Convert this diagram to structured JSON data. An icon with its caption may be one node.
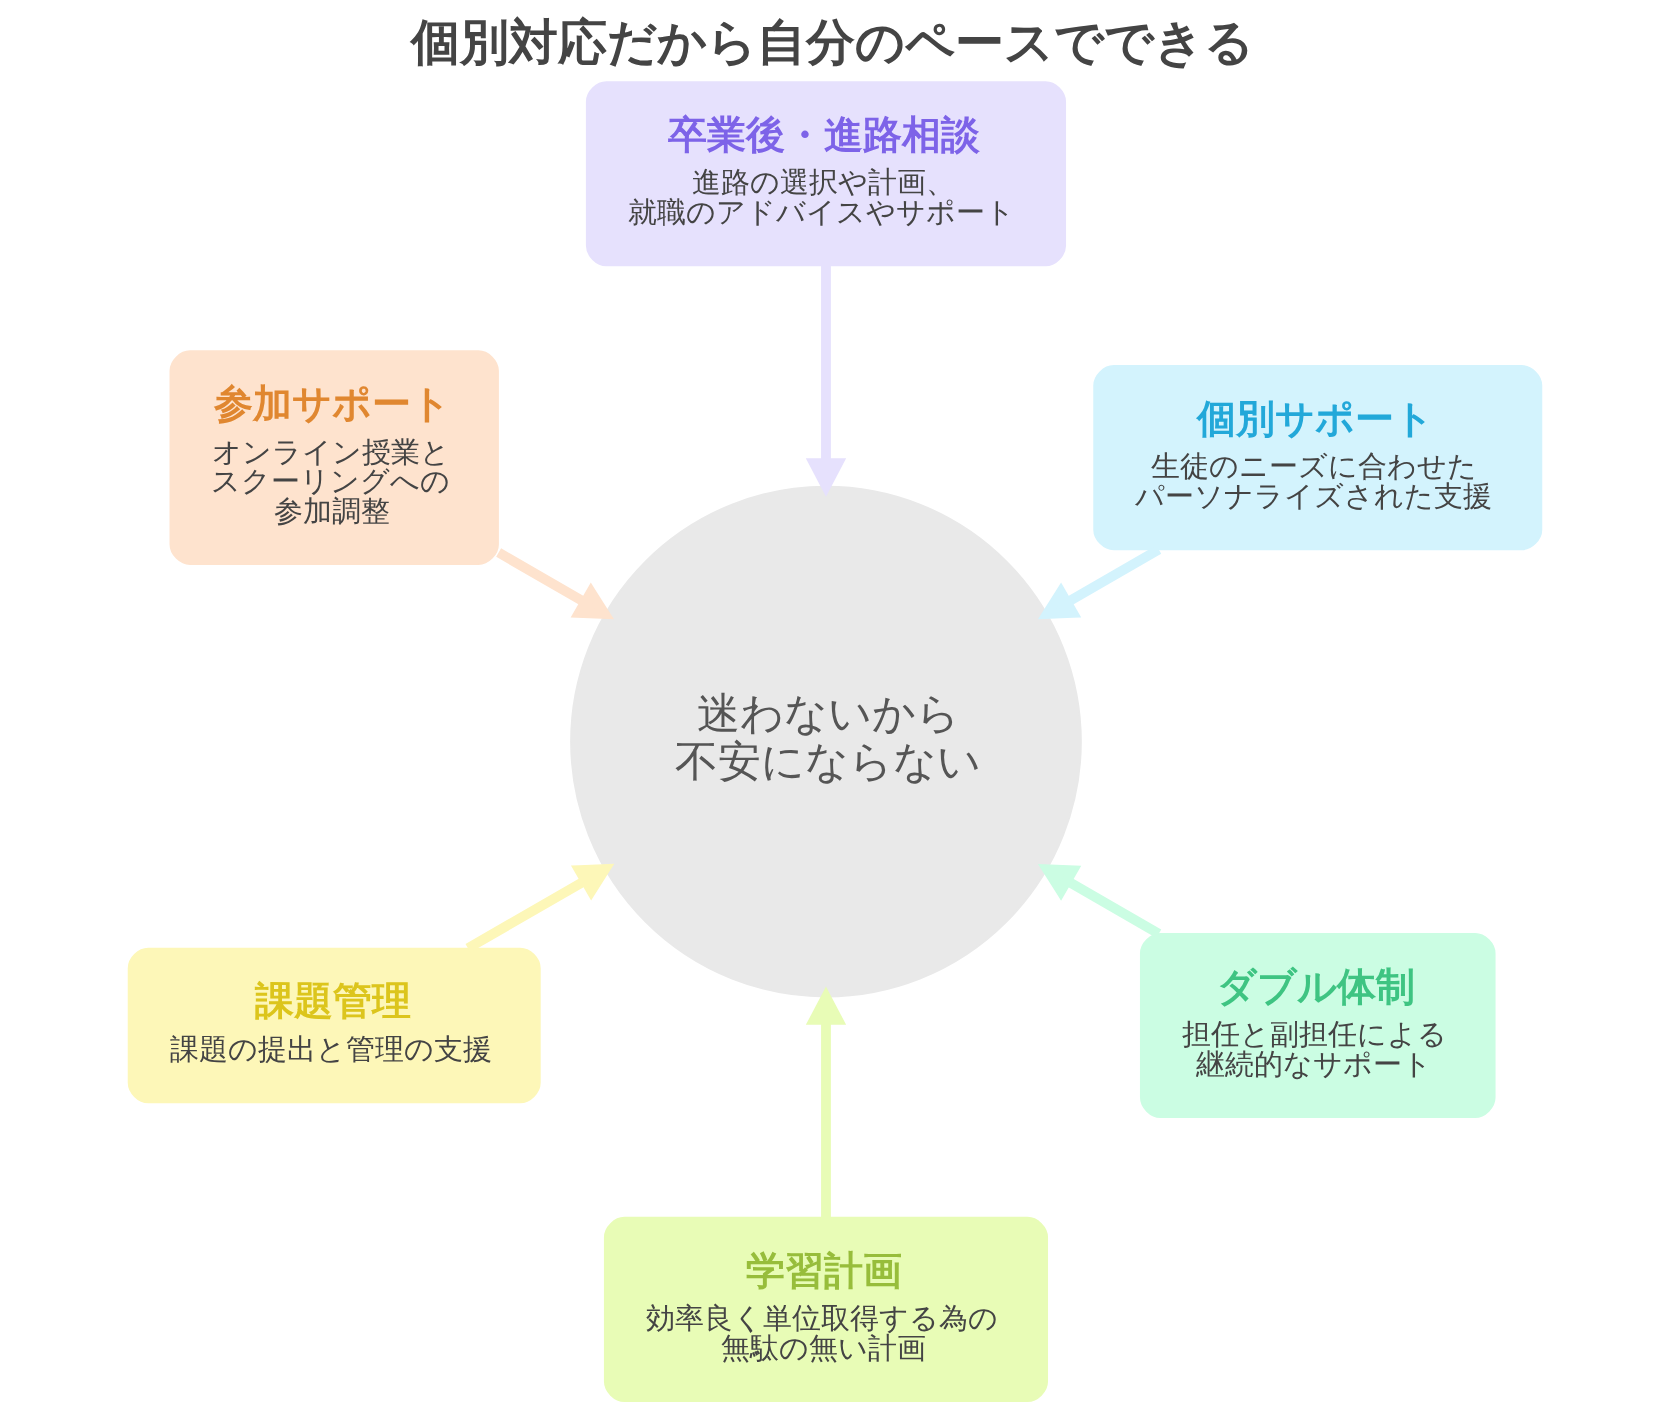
{
  "diagram": {
    "title": "個別対応だから自分のペースでできる",
    "nodes": [
      {
        "text": [
          "迷わないから不安にならない"
        ]
      },
      {
        "text": [
          "個別サポート",
          "生徒のニーズに合わせたパーソナライズされた支援"
        ]
      },
      {
        "text": [
          "ダブル体制",
          "担任と副担任による継続的なサポート"
        ]
      },
      {
        "text": [
          "学習計画",
          "効率良く単位取得する為の無駄の無い計画"
        ]
      },
      {
        "text": [
          "課題管理",
          "課題の提出と管理の支援"
        ]
      },
      {
        "text": [
          "参加サポート",
          "オンライン授業とスクーリングへの参加調整"
        ]
      },
      {
        "text": [
          "卒業後・進路相談",
          "進路の選択や計画、就職のアドバイスやサポート"
        ]
      }
    ],
    "edges": [
      {
        "from": 1,
        "to": 0,
        "arrow": "to",
        "color": "#d3f3fd"
      },
      {
        "from": 2,
        "to": 0,
        "arrow": "to",
        "color": "#cbfde3"
      },
      {
        "from": 3,
        "to": 0,
        "arrow": "to",
        "color": "#e8fcb6"
      },
      {
        "from": 4,
        "to": 0,
        "arrow": "to",
        "color": "#fdf7b8"
      },
      {
        "from": 5,
        "to": 0,
        "arrow": "to",
        "color": "#fee3ce"
      },
      {
        "from": 6,
        "to": 0,
        "arrow": "to",
        "color": "#e6e1fd"
      }
    ]
  }
}
